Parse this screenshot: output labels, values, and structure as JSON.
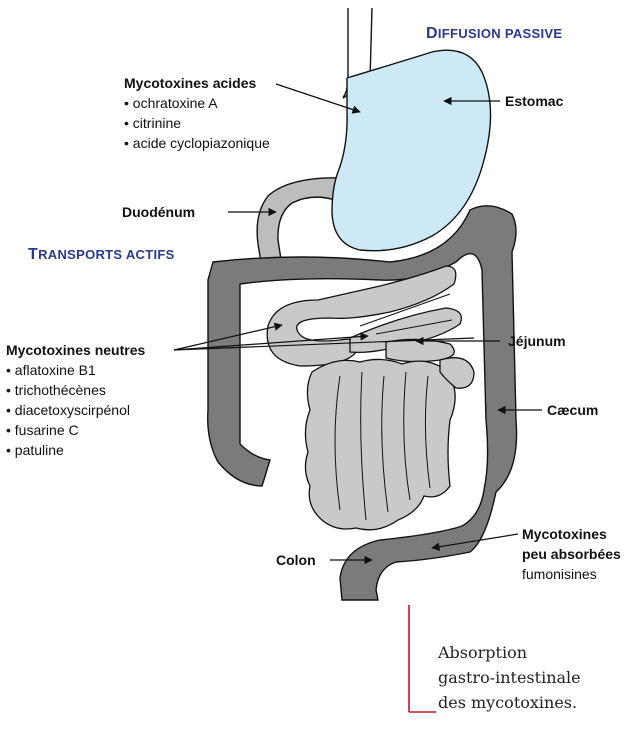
{
  "headings": {
    "diffusion_first": "D",
    "diffusion_rest": "IFFUSION PASSIVE",
    "transports_first": "T",
    "transports_rest": "RANSPORTS ACTIFS"
  },
  "acid_group": {
    "title": "Mycotoxines acides",
    "items": [
      "ochratoxine A",
      "citrinine",
      "acide cyclopiazonique"
    ]
  },
  "neutral_group": {
    "title": "Mycotoxines neutres",
    "items": [
      "aflatoxine B1",
      "trichothécènes",
      "diacetoxyscirpénol",
      "fusarine C",
      "patuline"
    ]
  },
  "organs": {
    "estomac": "Estomac",
    "duodenum": "Duodénum",
    "jejunum": "Jéjunum",
    "caecum": "Cæcum",
    "colon": "Colon"
  },
  "poorly_absorbed": {
    "line1": "Mycotoxines",
    "line2": "peu absorbées",
    "example": "fumonisines"
  },
  "caption": {
    "line1": "Absorption",
    "line2": "gastro-intestinale",
    "line3": "des mycotoxines."
  },
  "colors": {
    "stomach_fill": "#cde9f6",
    "colon_fill": "#7b7b7b",
    "small_intestine_fill": "#c9c9c9",
    "heading_blue": "#2a3a8c",
    "caption_rule": "#c8102e"
  }
}
